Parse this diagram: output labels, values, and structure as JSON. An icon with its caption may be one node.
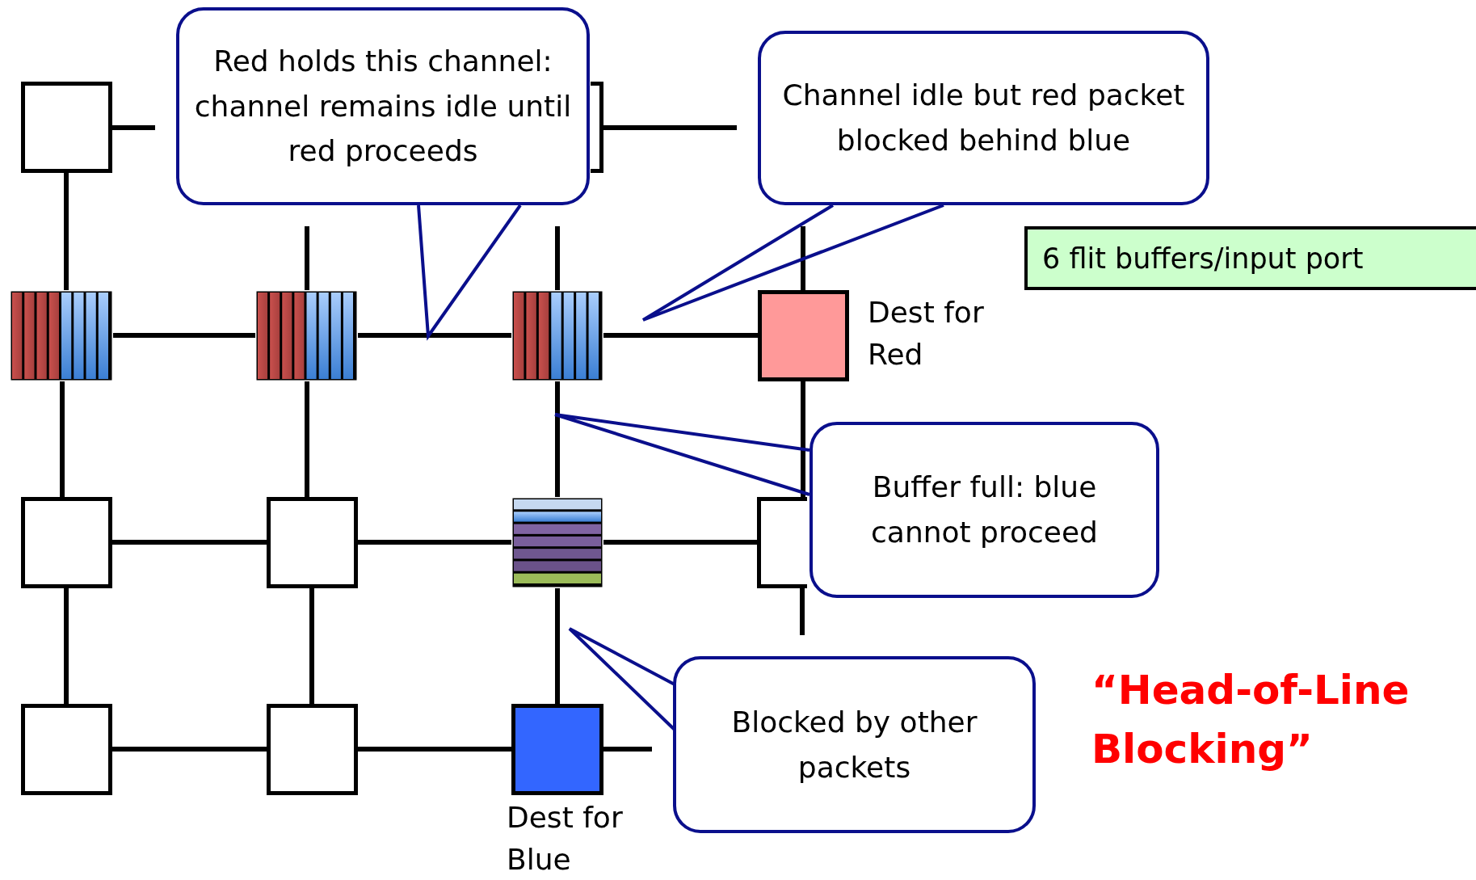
{
  "diagram": {
    "nodes": [
      {
        "text": [],
        "shape": "box"
      },
      {
        "text": [],
        "shape": "box"
      },
      {
        "text": [],
        "shape": "box"
      },
      {
        "text": [],
        "shape": "box"
      },
      {
        "text": [],
        "shape": "box"
      },
      {
        "text": [],
        "shape": "box",
        "beside": [
          "Dest for Red"
        ]
      },
      {
        "text": [],
        "shape": "box"
      },
      {
        "text": [],
        "shape": "box"
      },
      {
        "text": [],
        "shape": "box"
      },
      {
        "text": [],
        "shape": "box"
      },
      {
        "text": [],
        "shape": "box"
      },
      {
        "text": [],
        "shape": "box"
      },
      {
        "text": [],
        "shape": "box",
        "beside": [
          "Dest for Blue"
        ]
      },
      {
        "text": [
          "Red holds this channel: channel remains idle until red proceeds"
        ]
      },
      {
        "text": [
          "Channel idle but red packet blocked behind blue"
        ]
      },
      {
        "text": [
          "Buffer full: blue cannot proceed"
        ]
      },
      {
        "text": [
          "Blocked by other packets"
        ]
      },
      {
        "text": [
          "6 flit buffers/input port"
        ]
      }
    ],
    "edges": [
      {
        "from": 0,
        "to": null,
        "arrow": "none"
      },
      {
        "from": 1,
        "to": null,
        "arrow": "none"
      },
      {
        "from": 2,
        "to": 3,
        "arrow": "none"
      },
      {
        "from": 3,
        "to": 4,
        "arrow": "none"
      },
      {
        "from": 4,
        "to": 5,
        "arrow": "none"
      },
      {
        "from": 6,
        "to": 7,
        "arrow": "none"
      },
      {
        "from": 7,
        "to": 8,
        "arrow": "none"
      },
      {
        "from": 8,
        "to": 9,
        "arrow": "none"
      },
      {
        "from": 10,
        "to": 11,
        "arrow": "none"
      },
      {
        "from": 11,
        "to": 12,
        "arrow": "none"
      },
      {
        "from": 12,
        "to": null,
        "arrow": "none"
      },
      {
        "from": 0,
        "to": 2,
        "arrow": "none"
      },
      {
        "from": 2,
        "to": 6,
        "arrow": "none"
      },
      {
        "from": 6,
        "to": 10,
        "arrow": "none"
      },
      {
        "from": null,
        "to": 3,
        "arrow": "none"
      },
      {
        "from": 3,
        "to": 7,
        "arrow": "none"
      },
      {
        "from": 7,
        "to": 11,
        "arrow": "none"
      },
      {
        "from": null,
        "to": 4,
        "arrow": "none"
      },
      {
        "from": 4,
        "to": 8,
        "arrow": "none"
      },
      {
        "from": 8,
        "to": 12,
        "arrow": "none"
      },
      {
        "from": null,
        "to": 5,
        "arrow": "none"
      },
      {
        "from": 5,
        "to": 9,
        "arrow": "none"
      },
      {
        "from": 9,
        "to": null,
        "arrow": "none"
      },
      {
        "from": 13,
        "to": null,
        "arrow": "none",
        "color": "#0a0f8c"
      },
      {
        "from": 14,
        "to": null,
        "arrow": "none",
        "color": "#0a0f8c"
      },
      {
        "from": 15,
        "to": null,
        "arrow": "none",
        "color": "#0a0f8c"
      },
      {
        "from": 16,
        "to": null,
        "arrow": "none",
        "color": "#0a0f8c"
      }
    ],
    "labels": [
      "“Head-of-Line Blocking”"
    ]
  }
}
